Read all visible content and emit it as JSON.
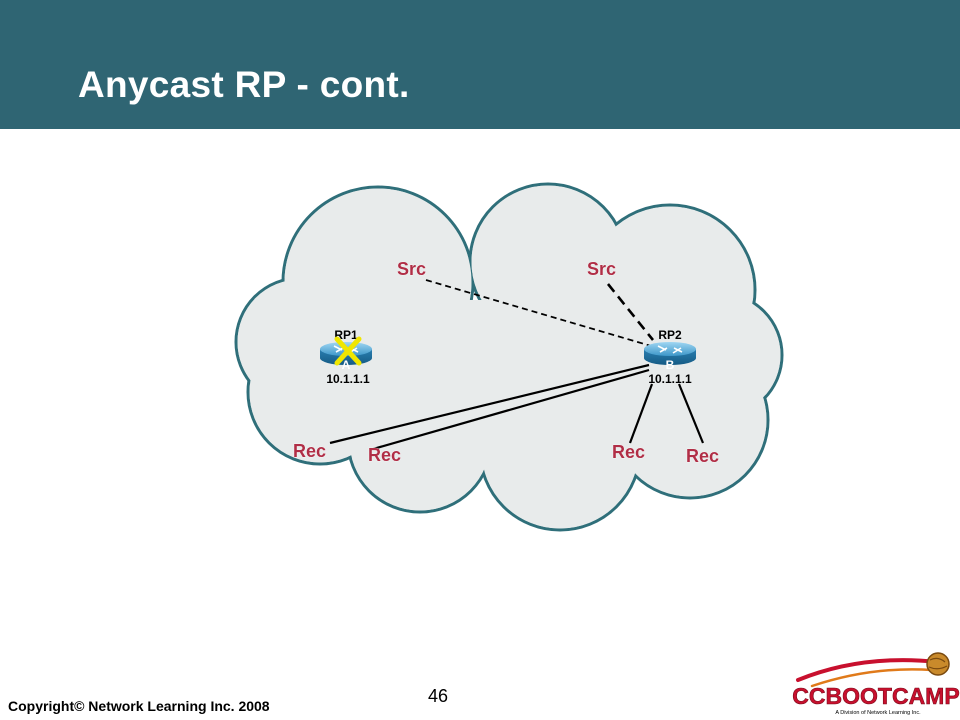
{
  "slide": {
    "title": "Anycast RP - cont.",
    "page_number": "46",
    "copyright": "Copyright© Network Learning Inc. 2008"
  },
  "diagram": {
    "routers": [
      {
        "name": "RP1",
        "letter": "A",
        "address": "10.1.1.1",
        "failed": true
      },
      {
        "name": "RP2",
        "letter": "B",
        "address": "10.1.1.1",
        "failed": false
      }
    ],
    "sources": [
      {
        "label": "Src",
        "link": "dashed"
      },
      {
        "label": "Src",
        "link": "dashed"
      }
    ],
    "receivers": [
      {
        "label": "Rec"
      },
      {
        "label": "Rec"
      },
      {
        "label": "Rec"
      },
      {
        "label": "Rec"
      }
    ]
  },
  "logo": {
    "wordmark": "CCBOOTCAMP",
    "tagline": "A Division of Network Learning Inc."
  },
  "colors": {
    "header": "#2f6573",
    "cloud_fill": "#e8ebeb",
    "cloud_stroke": "#2f6f7a",
    "label": "#b02e46",
    "router": "#2f8fc4",
    "fail_mark": "#f0e600"
  }
}
